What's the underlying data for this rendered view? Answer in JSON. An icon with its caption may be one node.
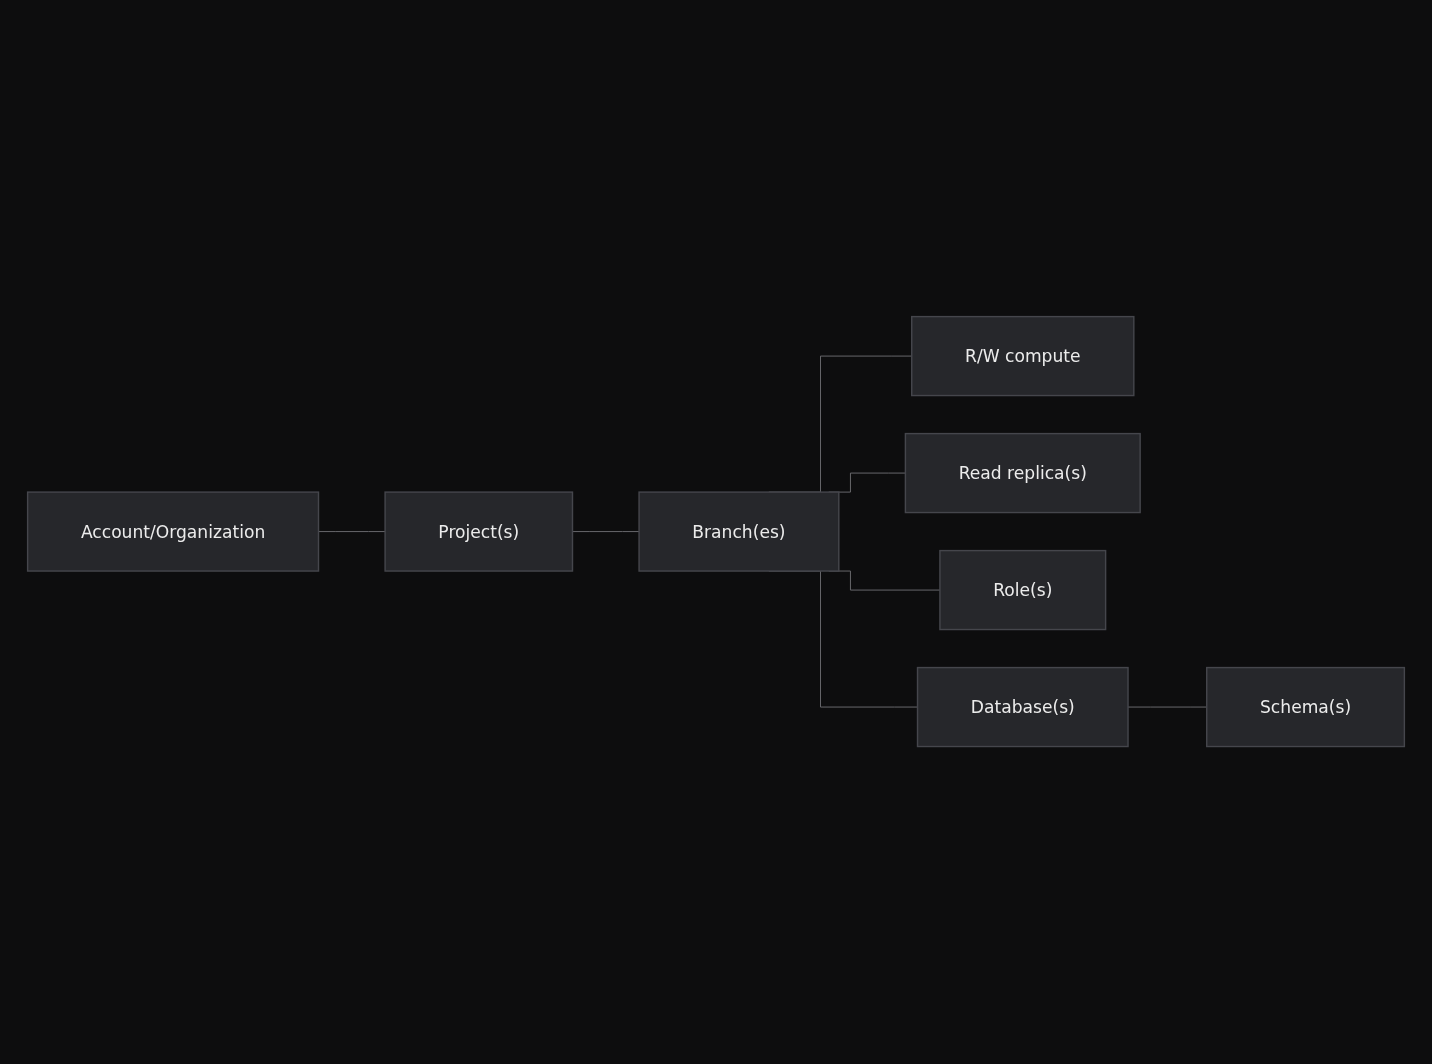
{
  "diagram": {
    "nodes": [
      {
        "text": [
          "Account/Organization"
        ]
      },
      {
        "text": [
          "Project(s)"
        ]
      },
      {
        "text": [
          "Branch(es)"
        ]
      },
      {
        "text": [
          "R/W compute"
        ]
      },
      {
        "text": [
          "Read replica(s)"
        ]
      },
      {
        "text": [
          "Role(s)"
        ]
      },
      {
        "text": [
          "Database(s)"
        ]
      },
      {
        "text": [
          "Schema(s)"
        ]
      }
    ],
    "edges": [
      {
        "from": 0,
        "to": 1,
        "arrow": "none"
      },
      {
        "from": 1,
        "to": 2,
        "arrow": "none"
      },
      {
        "from": 2,
        "to": 3,
        "arrow": "none"
      },
      {
        "from": 2,
        "to": 4,
        "arrow": "none"
      },
      {
        "from": 2,
        "to": 5,
        "arrow": "none"
      },
      {
        "from": 2,
        "to": 6,
        "arrow": "none"
      },
      {
        "from": 6,
        "to": 7,
        "arrow": "none"
      }
    ]
  }
}
